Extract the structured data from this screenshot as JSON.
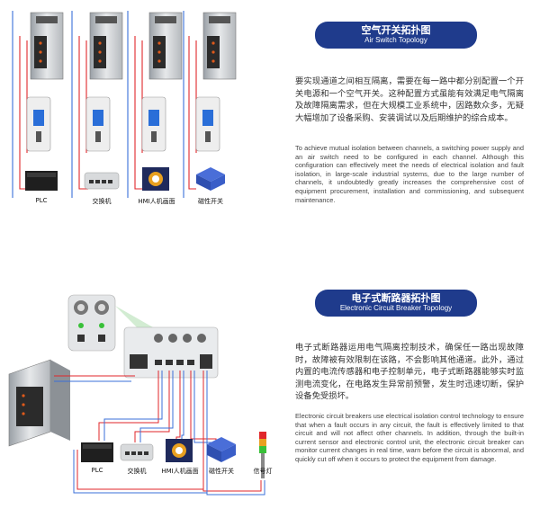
{
  "section1": {
    "title_cn": "空气开关拓扑图",
    "title_en": "Air Switch Topology",
    "para_cn": "要实现通道之间相互隔离，需要在每一路中都分别配置一个开关电源和一个空气开关。这种配置方式虽能有效满足电气隔离及故障隔离需求，但在大规模工业系统中，因路数众多，无疑大幅增加了设备采购、安装调试以及后期维护的综合成本。",
    "para_en": "To achieve mutual isolation between channels, a switching power supply and an air switch need to be configured in each channel. Although this configuration can effectively meet the needs of electrical isolation and fault isolation, in large-scale industrial systems, due to the large number of channels, it undoubtedly greatly increases the comprehensive cost of equipment procurement, installation and commissioning, and subsequent maintenance.",
    "devices": [
      "PLC",
      "交换机",
      "HMI人机画面",
      "磁性开关"
    ]
  },
  "section2": {
    "title_cn": "电子式断路器拓扑图",
    "title_en": "Electronic Circuit Breaker Topology",
    "para_cn": "电子式断路器运用电气隔离控制技术，确保任一路出现故障时，故障被有效限制在该路，不会影响其他通道。此外，通过内置的电流传感器和电子控制单元，电子式断路器能够实时监测电流变化，在电路发生异常前预警，发生时迅速切断，保护设备免受损坏。",
    "para_en": "Electronic circuit breakers use electrical isolation control technology to ensure that when a fault occurs in any circuit, the fault is effectively limited to that circuit and will not affect other channels. In addition, through the built-in current sensor and electronic control unit, the electronic circuit breaker can monitor current changes in real time, warn before the circuit is abnormal, and quickly cut off when it occurs to protect the equipment from damage.",
    "devices": [
      "PLC",
      "交换机",
      "HMI人机画面",
      "磁性开关",
      "信号灯"
    ]
  },
  "colors": {
    "accent": "#1f3b8c",
    "wire_red": "#e0262a",
    "wire_blue": "#3a6fd8"
  }
}
